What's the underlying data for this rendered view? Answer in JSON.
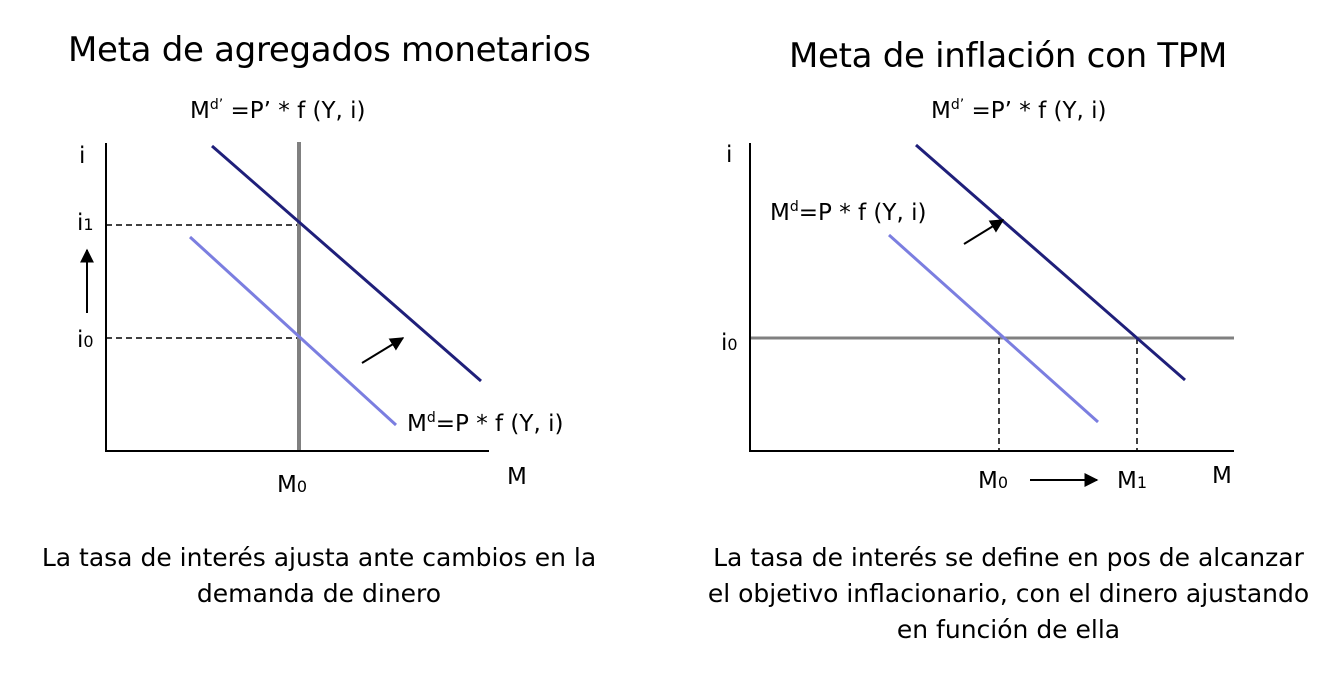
{
  "left_panel": {
    "title": "Meta de agregados monetarios",
    "formula_top": {
      "base": "M",
      "sup": "d’",
      "rest": " =P’ * f  (Y, i)"
    },
    "formula_curve": {
      "base": "M",
      "sup": "d",
      "rest": "=P * f  (Y, i)"
    },
    "y_axis_label": "i",
    "x_axis_label": "M",
    "tick_i1": {
      "base": "i",
      "sub": "1"
    },
    "tick_i0": {
      "base": "i",
      "sub": "0"
    },
    "tick_m0": {
      "base": "M",
      "sub": "0"
    },
    "caption_line1": "La tasa de interés ajusta ante cambios en la",
    "caption_line2": "demanda de dinero"
  },
  "right_panel": {
    "title": "Meta de inflación con TPM",
    "formula_top": {
      "base": "M",
      "sup": "d’",
      "rest": " =P’ * f  (Y, i)"
    },
    "formula_curve": {
      "base": "M",
      "sup": "d",
      "rest": "=P * f  (Y, i)"
    },
    "y_axis_label": "i",
    "x_axis_label": "M",
    "tick_i0": {
      "base": "i",
      "sub": "0"
    },
    "tick_m0": {
      "base": "M",
      "sub": "0"
    },
    "tick_m1": {
      "base": "M",
      "sub": "1"
    },
    "caption_line1": "La tasa de interés se define en pos de alcanzar",
    "caption_line2": "el objetivo inflacionario, con el dinero ajustando",
    "caption_line3": "en función de ella"
  },
  "colors": {
    "original_demand": "#7b7ee0",
    "new_demand": "#1f1f7a",
    "policy_line": "#808080",
    "axes": "#000000",
    "guides": "#000000"
  }
}
